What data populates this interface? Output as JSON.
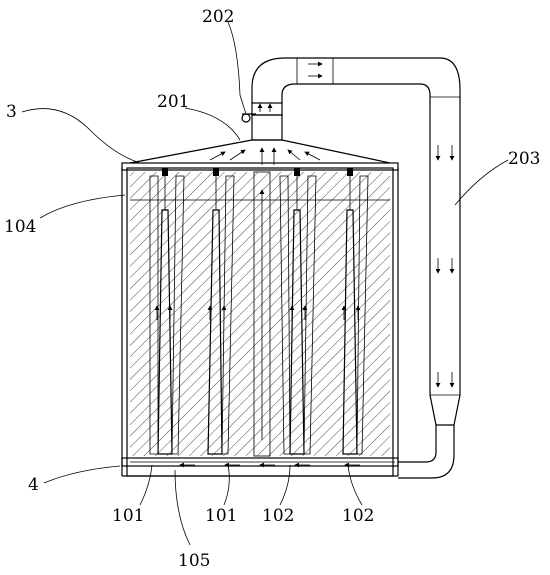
{
  "labels": {
    "l202": "202",
    "l201": "201",
    "l3": "3",
    "l203": "203",
    "l104": "104",
    "l4": "4",
    "l101a": "101",
    "l101b": "101",
    "l102a": "102",
    "l102b": "102",
    "l105": "105"
  }
}
